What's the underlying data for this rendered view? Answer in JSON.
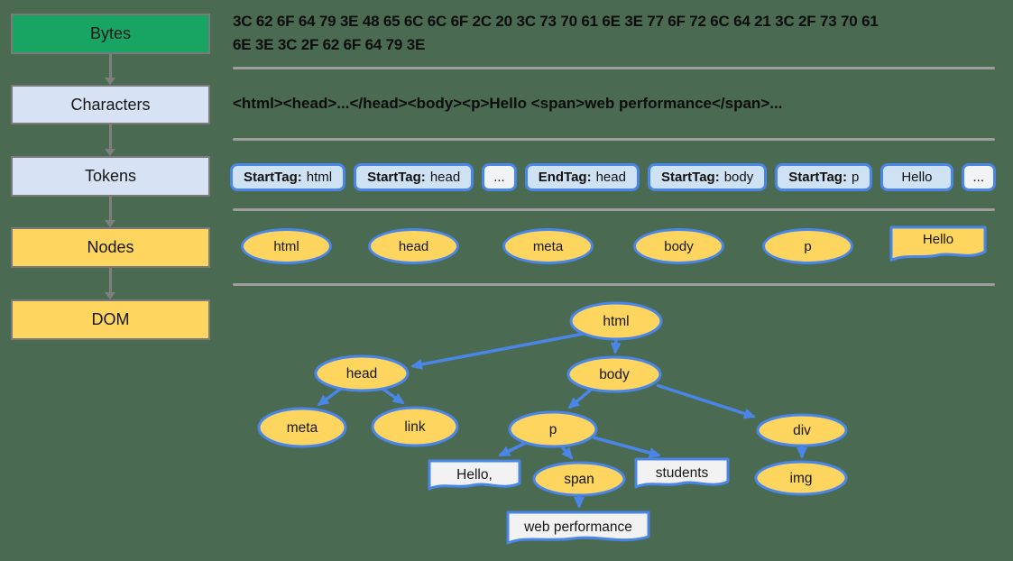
{
  "colors": {
    "background": "#4a6a51",
    "stage_bytes_fill": "#18a462",
    "stage_blue_fill": "#d7e3f4",
    "stage_yellow_fill": "#fdd55f",
    "stage_border": "#7a7a7a",
    "flow_arrow_gray": "#7f7f7f",
    "divider_gray": "#9e9e9e",
    "blue_border": "#4a86e8",
    "token_chip_fill": "#cfe2f3",
    "token_chip_light_fill": "#f1f3f4",
    "dom_node_fill": "#fdd55f",
    "text_node_fill": "#f2f2f2",
    "text": "#161616"
  },
  "pipeline": {
    "stages": [
      {
        "label": "Bytes"
      },
      {
        "label": "Characters"
      },
      {
        "label": "Tokens"
      },
      {
        "label": "Nodes"
      },
      {
        "label": "DOM"
      }
    ]
  },
  "bytes_row": {
    "hex_lines": [
      "3C 62 6F 64 79 3E 48 65 6C 6C 6F 2C 20 3C 73 70 61 6E 3E 77 6F 72 6C 64 21 3C 2F 73 70 61",
      "6E 3E 3C 2F 62 6F 64 79 3E"
    ]
  },
  "characters_row": {
    "text": "<html><head>...</head><body><p>Hello <span>web performance</span>..."
  },
  "tokens_row": {
    "tokens": [
      {
        "label": "StartTag:",
        "value": "html"
      },
      {
        "label": "StartTag:",
        "value": "head"
      },
      {
        "label": "",
        "value": "..."
      },
      {
        "label": "EndTag:",
        "value": "head"
      },
      {
        "label": "StartTag:",
        "value": "body"
      },
      {
        "label": "StartTag:",
        "value": "p"
      },
      {
        "label": "",
        "value": "Hello"
      },
      {
        "label": "",
        "value": "..."
      }
    ]
  },
  "nodes_row": {
    "items": [
      {
        "label": "html"
      },
      {
        "label": "head"
      },
      {
        "label": "meta"
      },
      {
        "label": "body"
      },
      {
        "label": "p"
      }
    ],
    "text_node": {
      "label": "Hello"
    }
  },
  "dom_tree": {
    "nodes": {
      "html": "html",
      "head": "head",
      "body": "body",
      "meta": "meta",
      "link": "link",
      "p": "p",
      "div": "div",
      "span": "span",
      "img": "img"
    },
    "text_nodes": {
      "hello": "Hello,",
      "students": "students",
      "web_performance": "web performance"
    },
    "edges": [
      "html->head",
      "html->body",
      "head->meta",
      "head->link",
      "body->p",
      "body->div",
      "p->Hello,",
      "p->span",
      "p->students",
      "span->web performance",
      "div->img"
    ]
  }
}
